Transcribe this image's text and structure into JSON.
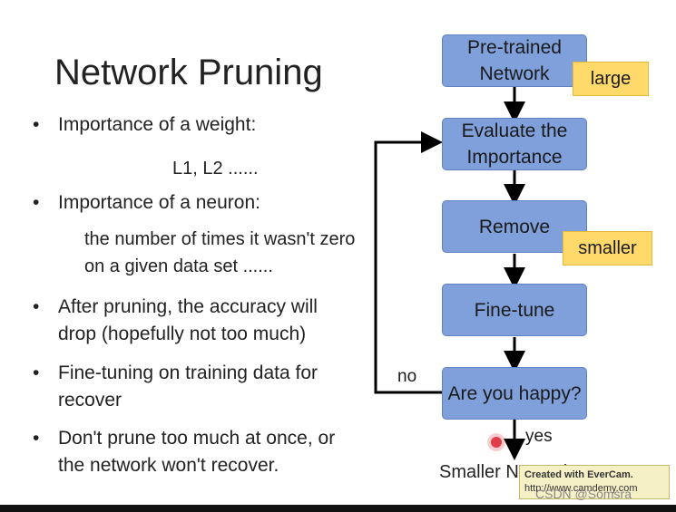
{
  "title": "Network Pruning",
  "bullets": [
    {
      "text": "Importance of a weight:",
      "sub": "L1, L2 ......"
    },
    {
      "text": "Importance of a neuron:",
      "sub": "the number of times it wasn't zero on a given data set ......"
    },
    {
      "text": "After pruning, the accuracy will drop (hopefully not too much)"
    },
    {
      "text": "Fine-tuning on training data for recover"
    },
    {
      "text": "Don't prune too much at once, or the network won't recover."
    }
  ],
  "flow": {
    "pretrained": "Pre-trained Network",
    "evaluate": "Evaluate the Importance",
    "remove": "Remove",
    "finetune": "Fine-tune",
    "happy": "Are you happy?",
    "large_tag": "large",
    "smaller_tag": "smaller",
    "no_label": "no",
    "yes_label": "yes",
    "result": "Smaller Network"
  },
  "watermark": {
    "line1": "Created with EverCam.",
    "line2": "http://www.camdemy.com"
  },
  "csdn": "CSDN @Somsra"
}
